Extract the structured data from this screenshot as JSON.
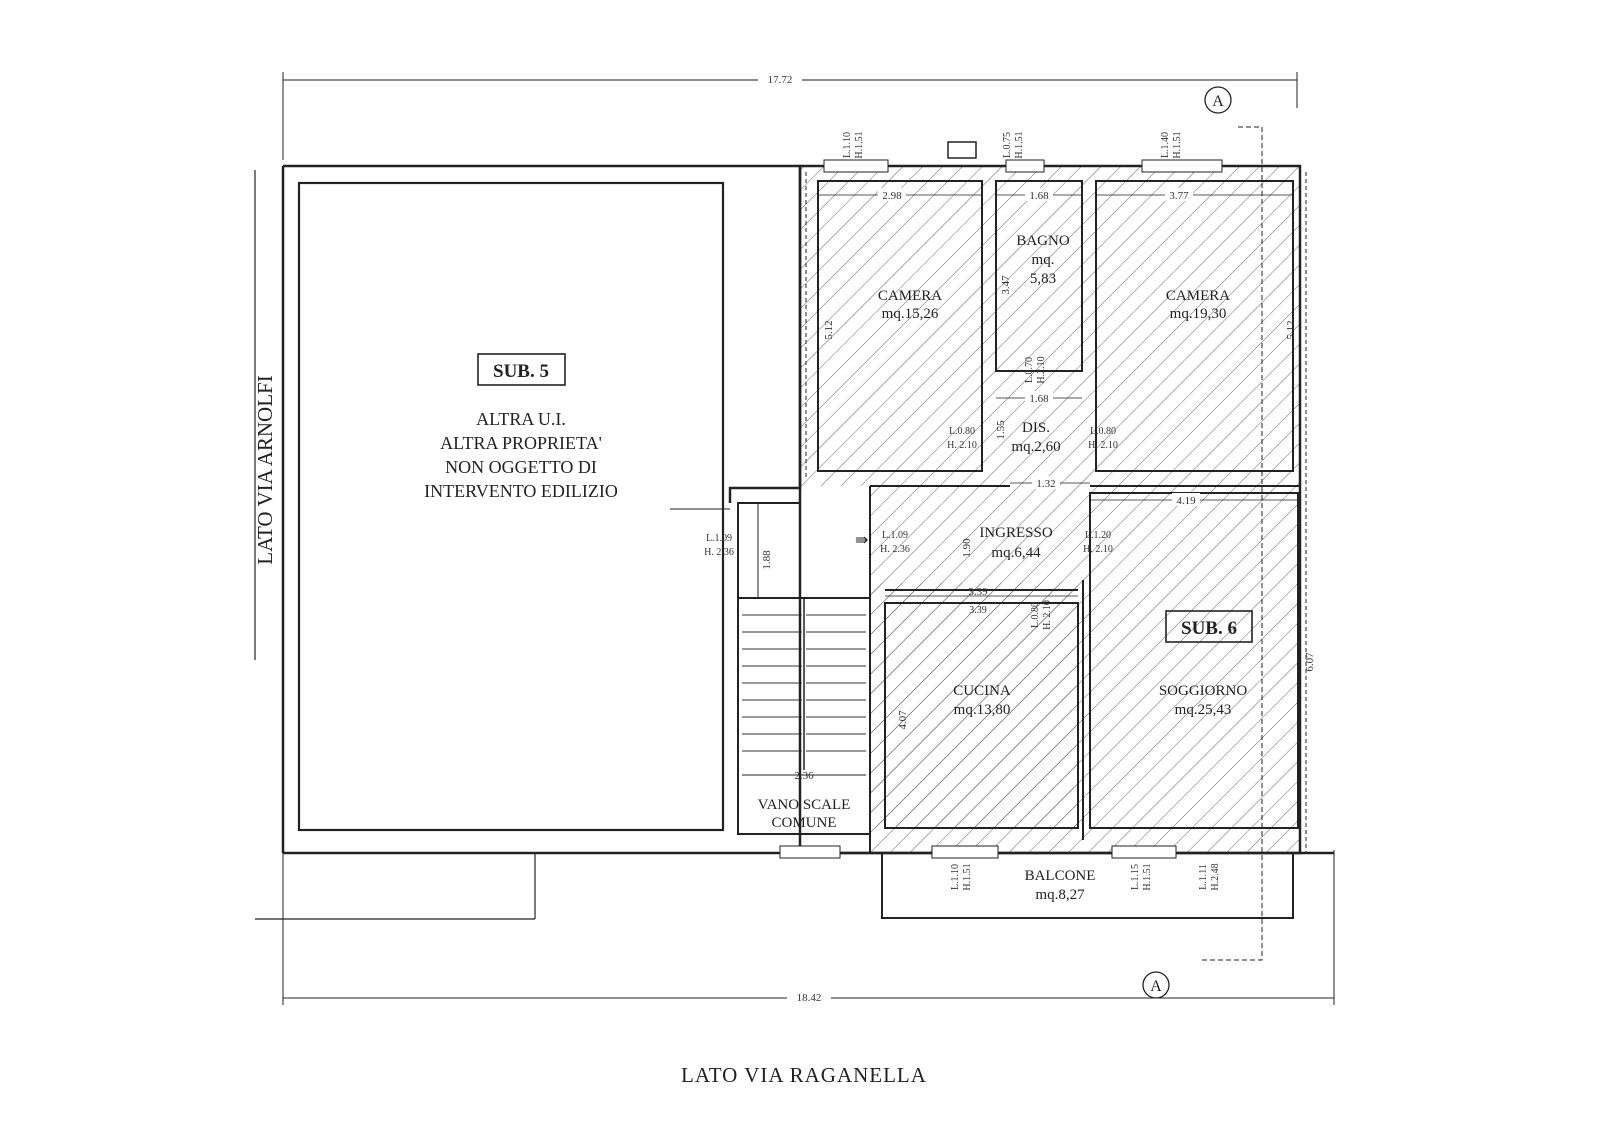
{
  "dimensions": {
    "top_overall": "17.72",
    "bottom_overall": "18.42",
    "camera1_width": "2.98",
    "bagno_width": "1.68",
    "camera2_width": "3.77",
    "camera1_height": "5.12",
    "bagno_height": "3.47",
    "camera2_height": "5.12",
    "dis_width": "1.68",
    "dis_height": "1.55",
    "ingresso_top": "1.32",
    "soggiorno_top": "4.19",
    "ingresso_height": "1.90",
    "landing_height": "1.88",
    "cucina_top_a": "3.39",
    "cucina_top_b": "3.39",
    "cucina_height": "4.07",
    "soggiorno_height": "6.07",
    "stair_width": "2.36"
  },
  "windows": [
    {
      "l": "L.1.10",
      "h": "H.1.51"
    },
    {
      "l": "L.0.75",
      "h": "H.1.51"
    },
    {
      "l": "L.1.40",
      "h": "H.1.51"
    },
    {
      "l": "L.1.10",
      "h": "H.1.51"
    },
    {
      "l": "L.1.15",
      "h": "H.1.51"
    },
    {
      "l": "L.1.11",
      "h": "H.2.48"
    }
  ],
  "doors": {
    "bagno": {
      "l": "L.0.70",
      "h": "H.2.10"
    },
    "camera1": {
      "l": "L.0.80",
      "h": "H. 2.10"
    },
    "camera2": {
      "l": "L.0.80",
      "h": "H. 2.10"
    },
    "entrance_sub6": {
      "l": "L.1.09",
      "h": "H. 2.36"
    },
    "entrance_sub5": {
      "l": "L.1.09",
      "h": "H. 2.36"
    },
    "soggiorno": {
      "l": "L.1.20",
      "h": "H. 2.10"
    },
    "cucina": {
      "l": "L.0.80",
      "h": "H. 2.10"
    }
  },
  "rooms": {
    "camera1": {
      "name": "CAMERA",
      "area": "mq.15,26"
    },
    "bagno": {
      "name": "BAGNO",
      "area_label": "mq.",
      "area": "5,83"
    },
    "camera2": {
      "name": "CAMERA",
      "area": "mq.19,30"
    },
    "dis": {
      "name": "DIS.",
      "area": "mq.2,60"
    },
    "ingresso": {
      "name": "INGRESSO",
      "area": "mq.6,44"
    },
    "cucina": {
      "name": "CUCINA",
      "area": "mq.13,80"
    },
    "soggiorno": {
      "name": "SOGGIORNO",
      "area": "mq.25,43"
    },
    "balcone": {
      "name": "BALCONE",
      "area": "mq.8,27"
    },
    "vano_scale": {
      "line1": "VANO SCALE",
      "line2": "COMUNE"
    }
  },
  "sub5": {
    "label": "SUB. 5",
    "line1": "ALTRA U.I.",
    "line2": "ALTRA PROPRIETA'",
    "line3": "NON OGGETTO DI",
    "line4": "INTERVENTO EDILIZIO"
  },
  "sub6": {
    "label": "SUB. 6"
  },
  "section_marker": "A",
  "side_label_left": "LATO VIA ARNOLFI",
  "side_label_bottom": "LATO VIA RAGANELLA"
}
